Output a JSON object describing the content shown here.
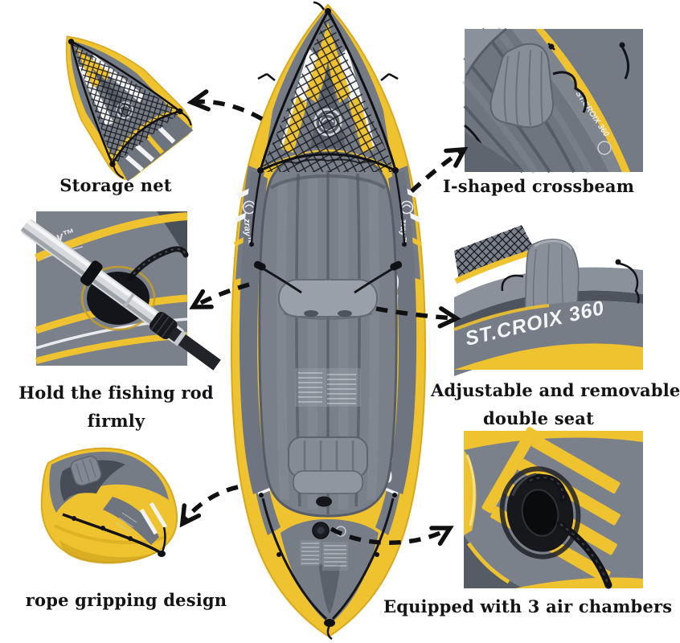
{
  "brand": {
    "name": "zray",
    "name_tm": "zray™"
  },
  "product": {
    "model": "ST.CROIX 360"
  },
  "palette": {
    "yellow": "#EFC22F",
    "gray": "#747B85",
    "dark": "#101114",
    "label_text": "#141414",
    "white": "#FFFFFF"
  },
  "callouts": {
    "storage_net": {
      "label": "Storage net"
    },
    "crossbeam": {
      "label": "I-shaped crossbeam"
    },
    "fishing_rod": {
      "line1": "Hold the fishing rod",
      "line2": "firmly"
    },
    "double_seat": {
      "line1": "Adjustable and removable",
      "line2": "double seat"
    },
    "rope_grip": {
      "label": "rope gripping design"
    },
    "air_chambers": {
      "label": "Equipped with 3 air chambers"
    }
  }
}
